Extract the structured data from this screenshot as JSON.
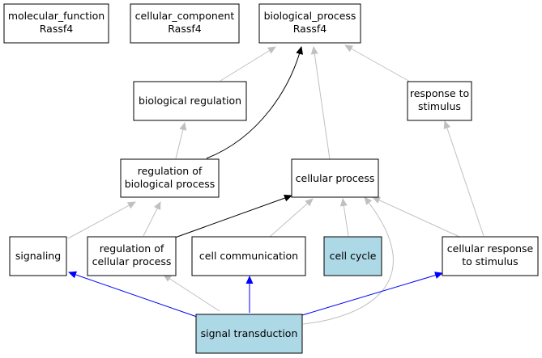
{
  "colors": {
    "node_fill": "#ffffff",
    "highlight_fill": "#add8e6",
    "edge_gray": "#c0c0c0",
    "edge_black": "#000000",
    "edge_blue": "#0000ff"
  },
  "nodes": {
    "molecular_function": {
      "lines": [
        "molecular_function",
        "Rassf4"
      ],
      "highlight": false
    },
    "cellular_component": {
      "lines": [
        "cellular_component",
        "Rassf4"
      ],
      "highlight": false
    },
    "biological_process": {
      "lines": [
        "biological_process",
        "Rassf4"
      ],
      "highlight": false
    },
    "biological_regulation": {
      "lines": [
        "biological regulation"
      ],
      "highlight": false
    },
    "response_to_stimulus": {
      "lines": [
        "response to",
        "stimulus"
      ],
      "highlight": false
    },
    "regulation_of_biological_process": {
      "lines": [
        "regulation of",
        "biological process"
      ],
      "highlight": false
    },
    "cellular_process": {
      "lines": [
        "cellular process"
      ],
      "highlight": false
    },
    "signaling": {
      "lines": [
        "signaling"
      ],
      "highlight": false
    },
    "regulation_of_cellular_process": {
      "lines": [
        "regulation of",
        "cellular process"
      ],
      "highlight": false
    },
    "cell_communication": {
      "lines": [
        "cell communication"
      ],
      "highlight": false
    },
    "cell_cycle": {
      "lines": [
        "cell cycle"
      ],
      "highlight": true
    },
    "cellular_response_to_stimulus": {
      "lines": [
        "cellular response",
        "to stimulus"
      ],
      "highlight": false
    },
    "signal_transduction": {
      "lines": [
        "signal transduction"
      ],
      "highlight": true
    }
  },
  "edges": [
    {
      "from": "biological_regulation",
      "to": "biological_process",
      "color": "gray"
    },
    {
      "from": "response_to_stimulus",
      "to": "biological_process",
      "color": "gray"
    },
    {
      "from": "cellular_process",
      "to": "biological_process",
      "color": "gray"
    },
    {
      "from": "regulation_of_biological_process",
      "to": "biological_process",
      "color": "black"
    },
    {
      "from": "regulation_of_biological_process",
      "to": "biological_regulation",
      "color": "gray"
    },
    {
      "from": "cellular_response_to_stimulus",
      "to": "response_to_stimulus",
      "color": "gray"
    },
    {
      "from": "signaling",
      "to": "regulation_of_biological_process",
      "color": "gray"
    },
    {
      "from": "regulation_of_cellular_process",
      "to": "regulation_of_biological_process",
      "color": "gray"
    },
    {
      "from": "regulation_of_cellular_process",
      "to": "cellular_process",
      "color": "black"
    },
    {
      "from": "cell_communication",
      "to": "cellular_process",
      "color": "gray"
    },
    {
      "from": "cell_cycle",
      "to": "cellular_process",
      "color": "gray"
    },
    {
      "from": "cellular_response_to_stimulus",
      "to": "cellular_process",
      "color": "gray"
    },
    {
      "from": "signal_transduction",
      "to": "cellular_process",
      "color": "gray"
    },
    {
      "from": "signal_transduction",
      "to": "signaling",
      "color": "blue"
    },
    {
      "from": "signal_transduction",
      "to": "regulation_of_cellular_process",
      "color": "gray"
    },
    {
      "from": "signal_transduction",
      "to": "cell_communication",
      "color": "blue"
    },
    {
      "from": "signal_transduction",
      "to": "cellular_response_to_stimulus",
      "color": "blue"
    }
  ]
}
